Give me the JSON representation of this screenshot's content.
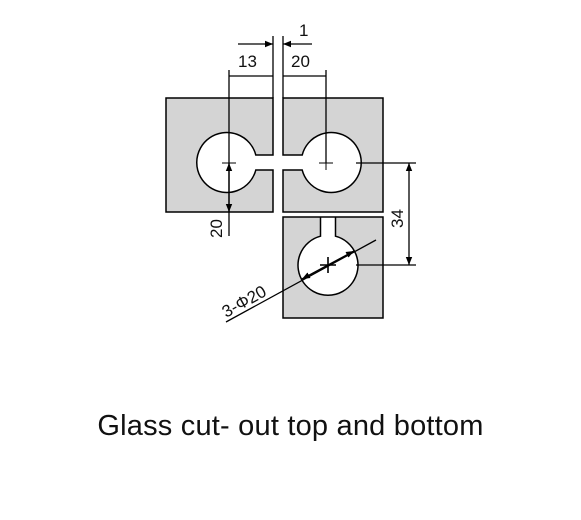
{
  "figure": {
    "caption": "Glass cut- out top and bottom",
    "dimensions": {
      "gap": "1",
      "left_offset": "13",
      "right_offset": "20",
      "vertical_offset": "20",
      "height": "34",
      "holes": "3-Φ20"
    },
    "colors": {
      "plate_fill": "#d4d4d4",
      "line": "#000000",
      "background": "#ffffff"
    }
  }
}
